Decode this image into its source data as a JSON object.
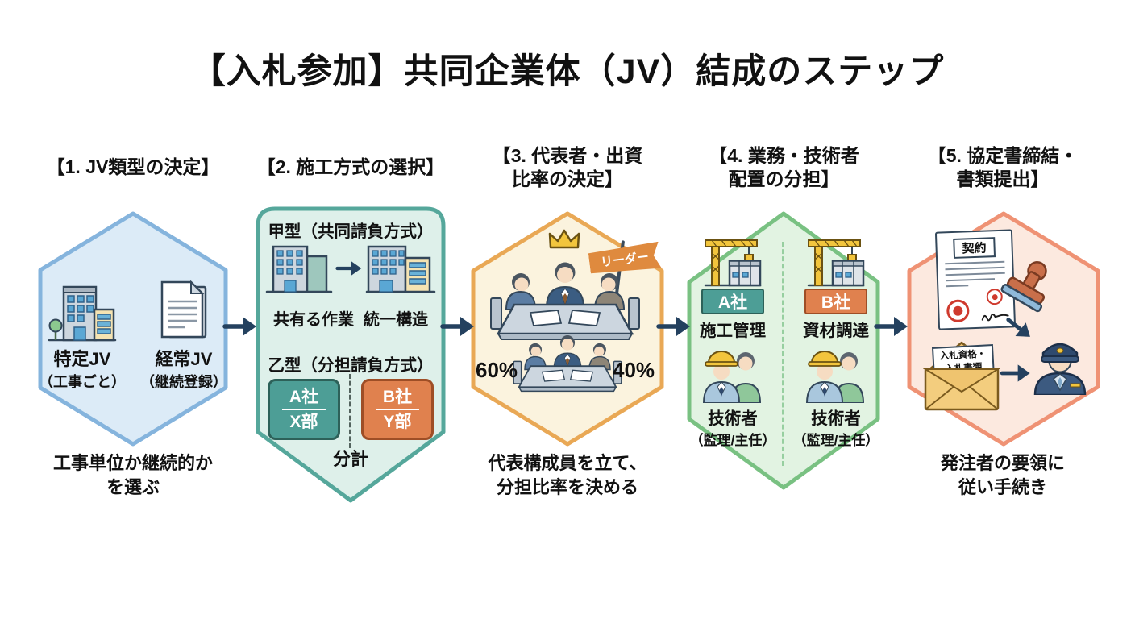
{
  "title": "【入札参加】共同企業体（JV）結成のステップ",
  "palette": {
    "arrow_navy": "#24415f",
    "step1_fill": "#dcebf7",
    "step1_border": "#85b4dd",
    "step2_fill": "#def0ea",
    "step2_border": "#55a79b",
    "step3_fill": "#fbf3de",
    "step3_border": "#e9a855",
    "step4_fill": "#e2f3e2",
    "step4_border": "#79c182",
    "step5_fill": "#fce9df",
    "step5_border": "#ef9274",
    "teal_box": "#4d9e96",
    "orange_box": "#e0814e",
    "flag_orange": "#df8a3e",
    "crown_yellow": "#f2c53d",
    "seal_red": "#cf3a2e"
  },
  "steps": [
    {
      "header1": "【1. JV類型の決定】",
      "option_a_label": "特定JV",
      "option_a_sub": "（工事ごと）",
      "option_b_label": "経常JV",
      "option_b_sub": "（継続登録）",
      "caption1": "工事単位か継続的か",
      "caption2": "を選ぶ"
    },
    {
      "header1": "【2. 施工方式の選択】",
      "kou_title": "甲型（共同請負方式）",
      "kou_left_label": "共有る作業",
      "kou_right_label": "統一構造",
      "otsu_title": "乙型（分担請負方式）",
      "box_a_top": "A社",
      "box_a_bottom": "X部",
      "box_b_top": "B社",
      "box_b_bottom": "Y部",
      "bottom_label": "分計"
    },
    {
      "header1": "【3. 代表者・出資",
      "header2": "比率の決定】",
      "flag_label": "リーダー",
      "percent_left": "60%",
      "percent_right": "40%",
      "caption1": "代表構成員を立て、",
      "caption2": "分担比率を決める"
    },
    {
      "header1": "【4. 業務・技術者",
      "header2": "配置の分担】",
      "left_company": "A社",
      "left_role": "施工管理",
      "left_worker": "技術者",
      "left_worker_sub": "（監理/主任）",
      "right_company": "B社",
      "right_role": "資材調達",
      "right_worker": "技術者",
      "right_worker_sub": "（監理/主任）"
    },
    {
      "header1": "【5. 協定書締結・",
      "header2": "書類提出】",
      "contract_label": "契約",
      "envelope_line1": "入札資格・",
      "envelope_line2": "入札書類",
      "caption1": "発注者の要領に",
      "caption2": "従い手続き"
    }
  ]
}
